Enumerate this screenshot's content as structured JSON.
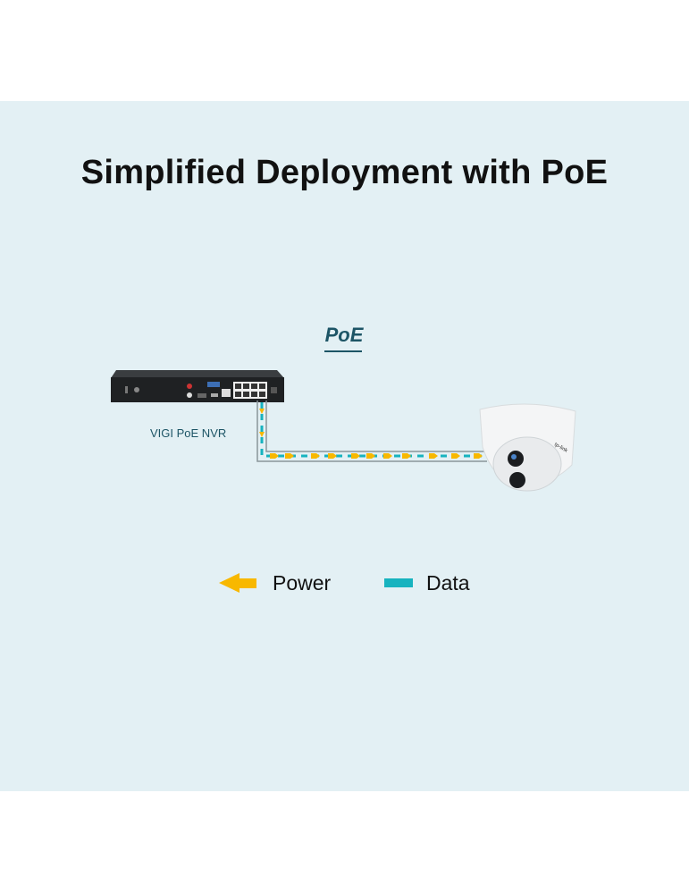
{
  "title": "Simplified Deployment with PoE",
  "connection_label": "PoE",
  "nvr_label": "VIGI PoE NVR",
  "camera_logo": "tp-link",
  "legend": [
    {
      "label": "Power",
      "icon": "arrow-left-icon",
      "color": "#f8b800"
    },
    {
      "label": "Data",
      "icon": "dash-icon",
      "color": "#17b3bf"
    }
  ],
  "colors": {
    "background": "#e3f0f4",
    "accent": "#1d5566"
  }
}
